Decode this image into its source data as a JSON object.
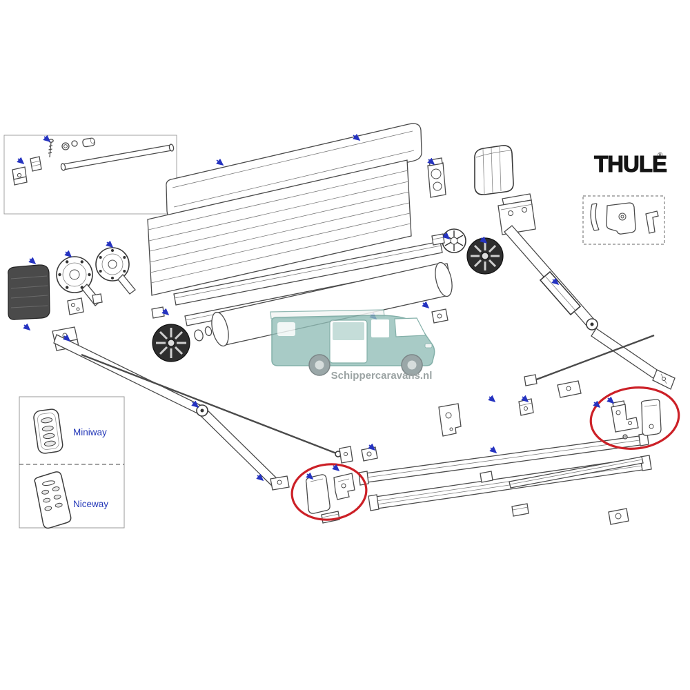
{
  "page": {
    "background": "#ffffff"
  },
  "logo": {
    "brand": "THULE",
    "registered": "®"
  },
  "watermark": {
    "text": "Schippercaravans.nl"
  },
  "legend": {
    "items": [
      {
        "label": "Miniway"
      },
      {
        "label": "Niceway"
      }
    ]
  },
  "colors": {
    "highlight_red": "#cc2027",
    "arrow_blue": "#2533c0",
    "label_blue": "#2438b8",
    "watermark_teal": "#8fbdb6",
    "watermark_gray": "#8a9494",
    "line_gray": "#4a4a4a"
  }
}
